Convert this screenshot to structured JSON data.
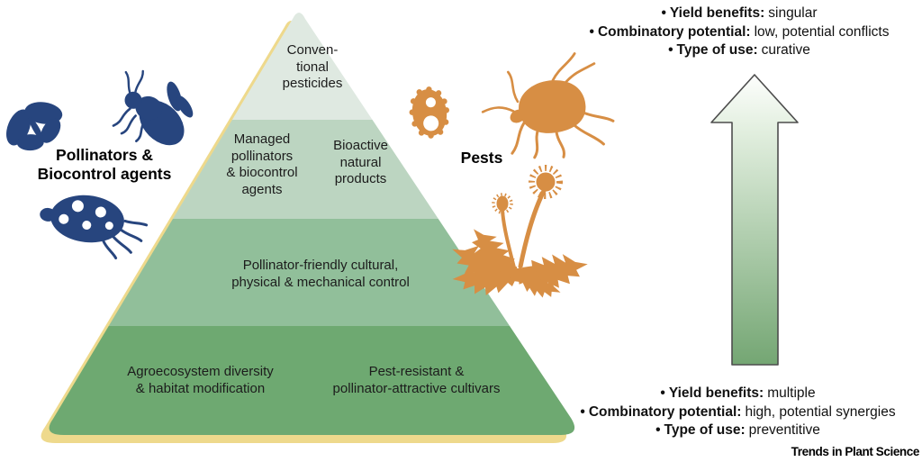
{
  "pyramid": {
    "shadow_color": "#eed98c",
    "tiers": [
      {
        "name": "conventional-pesticides",
        "color": "#dfe9e1",
        "label": "Conven-\ntional\npesticides"
      },
      {
        "name": "managed-pollinators-and-bioactive",
        "color": "#bcd5c1",
        "label_left": "Managed\npollinators\n& biocontrol\nagents",
        "label_right": "Bioactive\nnatural\nproducts"
      },
      {
        "name": "cultural-physical-mechanical",
        "color": "#91bf9a",
        "label": "Pollinator-friendly cultural,\nphysical & mechanical control"
      },
      {
        "name": "agroecosystem-and-cultivars",
        "color": "#6ea971",
        "label_left": "Agroecosystem diversity\n& habitat modification",
        "label_right": "Pest-resistant &\npollinator-attractive cultivars"
      }
    ]
  },
  "left_group": {
    "label": "Pollinators &\nBiocontrol agents",
    "color": "#27457e",
    "icons": [
      "butterfly-icon",
      "bee-icon",
      "ladybug-icon"
    ]
  },
  "right_group": {
    "label": "Pests",
    "color": "#d78e44",
    "icons": [
      "pathogen-icon",
      "aphid-icon",
      "dandelion-icon"
    ]
  },
  "annotations": {
    "bullet": "•",
    "top": {
      "items": [
        {
          "label": "Yield benefits:",
          "value": "singular"
        },
        {
          "label": "Combinatory potential:",
          "value": "low, potential conflicts"
        },
        {
          "label": "Type of use:",
          "value": "curative"
        }
      ]
    },
    "bottom": {
      "items": [
        {
          "label": "Yield benefits:",
          "value": "multiple"
        },
        {
          "label": "Combinatory potential:",
          "value": "high, potential synergies"
        },
        {
          "label": "Type of use:",
          "value": "preventitive"
        }
      ]
    }
  },
  "arrow": {
    "direction": "up",
    "gradient_top": "#fdfefd",
    "gradient_bottom": "#74a673"
  },
  "journal": "Trends in Plant Science"
}
